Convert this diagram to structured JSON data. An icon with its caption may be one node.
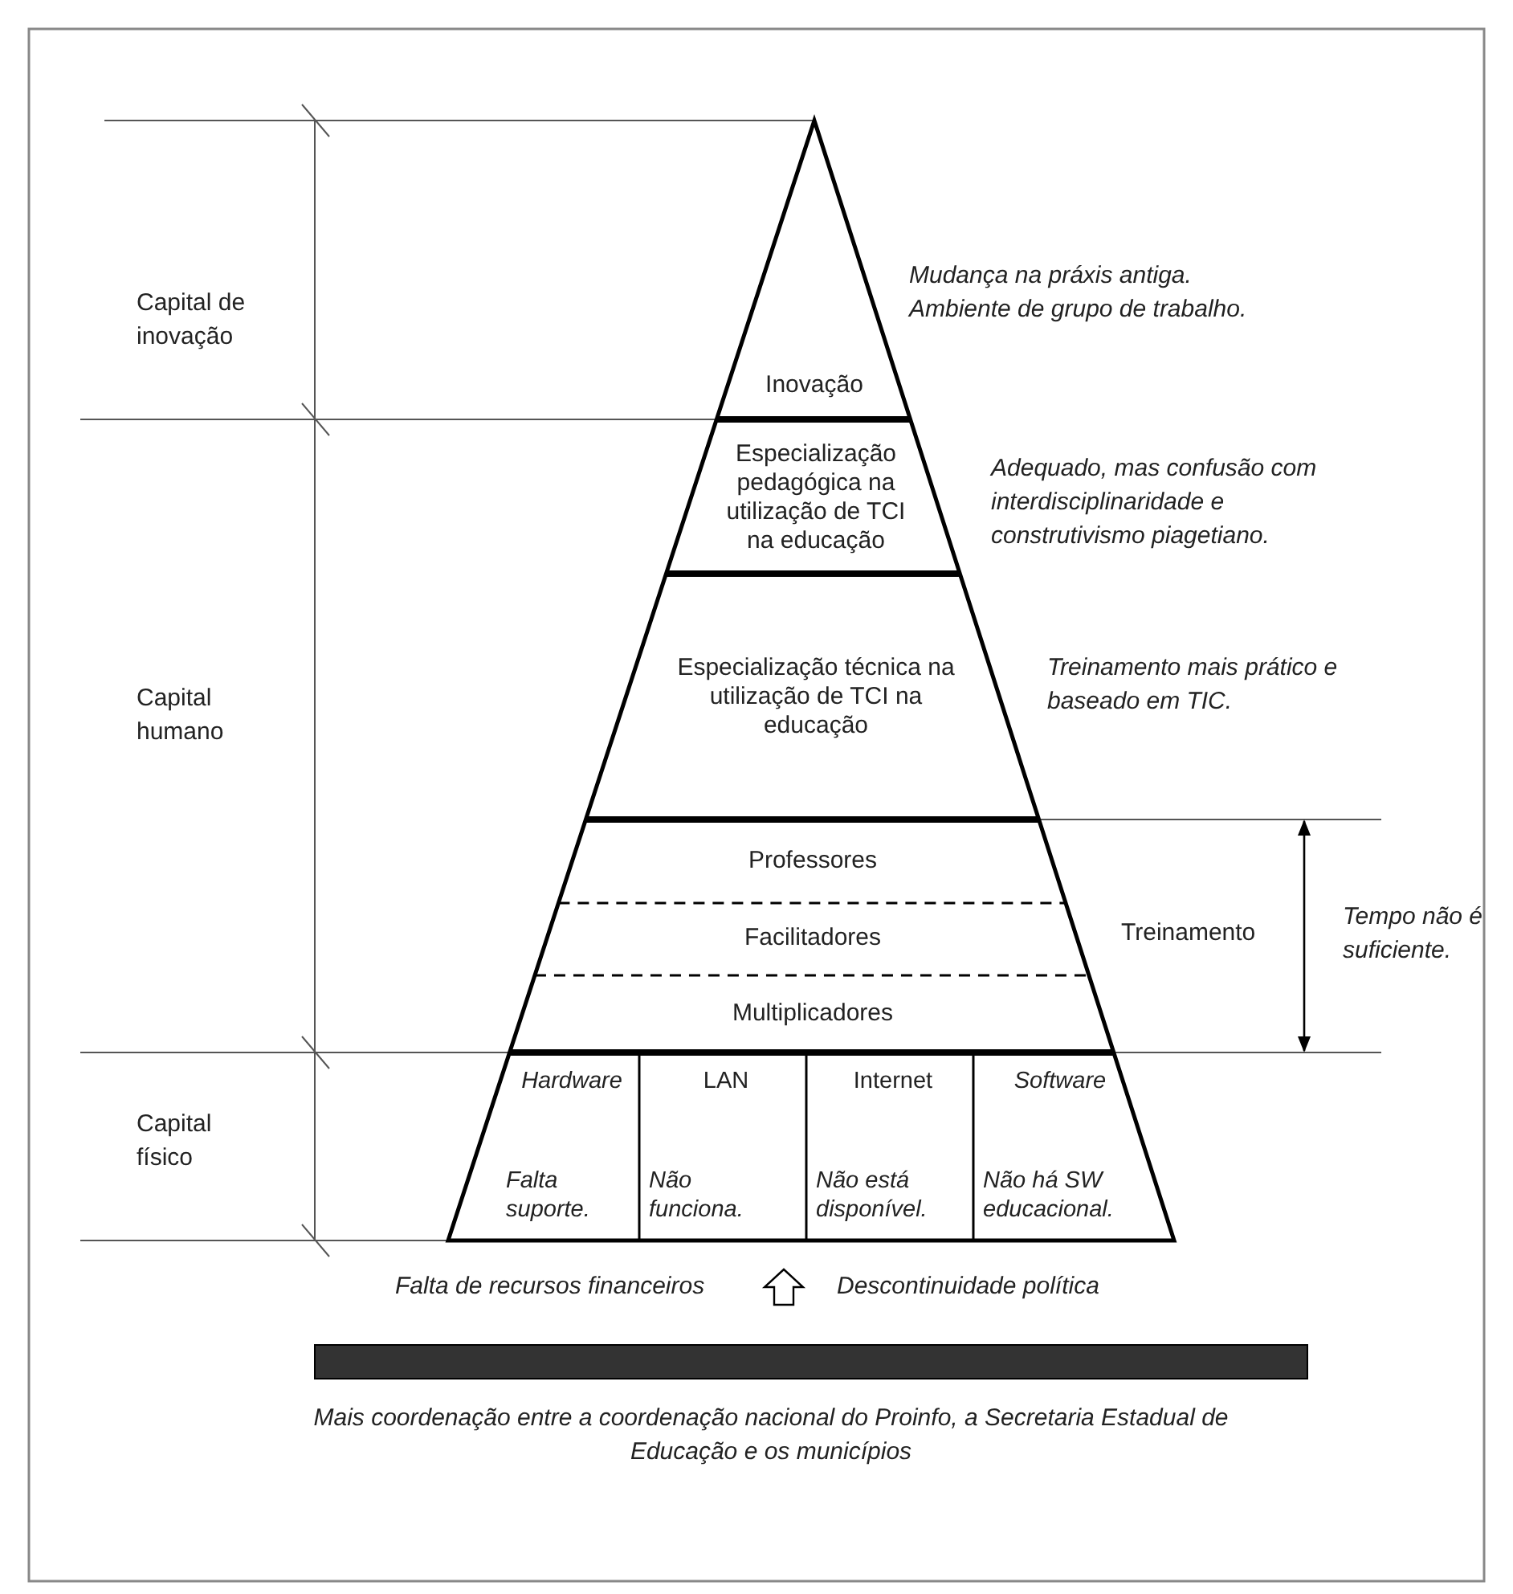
{
  "diagram": {
    "nodes": [
      {
        "text": [
          "Inovação"
        ]
      },
      {
        "text": [
          "Especialização pedagógica na utilização de TCI na educação"
        ]
      },
      {
        "text": [
          "Especialização técnica na utilização de TCI na educação"
        ]
      },
      {
        "text": [
          "Professores"
        ]
      },
      {
        "text": [
          "Facilitadores"
        ]
      },
      {
        "text": [
          "Multiplicadores"
        ]
      },
      {
        "text": [
          "Hardware",
          "Falta suporte."
        ]
      },
      {
        "text": [
          "LAN",
          "Não funciona."
        ]
      },
      {
        "text": [
          "Internet",
          "Não está disponível."
        ]
      },
      {
        "text": [
          "Software",
          "Não há SW educacional."
        ]
      },
      {
        "text": [],
        "shape": "bar"
      }
    ],
    "labels": [
      "Capital de inovação",
      "Mudança na práxis antiga. Ambiente de grupo de trabalho.",
      "Adequado, mas confusão com interdisciplinaridade e construtivismo piagetiano.",
      "Capital humano",
      "Treinamento mais prático e baseado em TIC.",
      "Treinamento",
      "Tempo não é suficiente.",
      "Capital físico",
      "Falta de recursos financeiros",
      "Descontinuidade política",
      "Mais coordenação entre a coordenação nacional do Proinfo, a Secretaria Estadual de Educação e os municípios"
    ]
  }
}
